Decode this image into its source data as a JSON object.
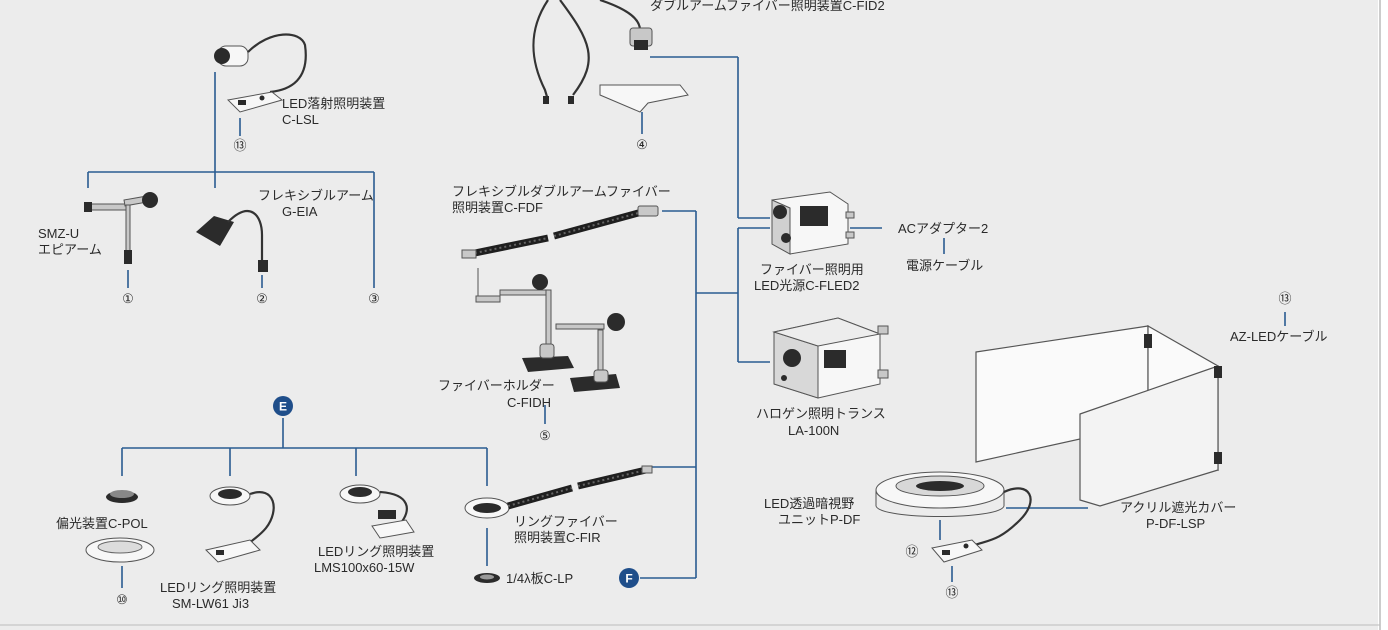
{
  "colors": {
    "line": "#2a5c91",
    "badge": "#1f4e8a",
    "background": "#ececec"
  },
  "badges": {
    "e": "E",
    "f": "F"
  },
  "labels": {
    "fid2": "ダブルアームファイバー照明装置C-FID2",
    "lsl_1": "LED落射照明装置",
    "lsl_2": "C-LSL",
    "eia_1": "フレキシブルアーム",
    "eia_2": "G-EIA",
    "smz_1": "SMZ-U",
    "smz_2": "エピアーム",
    "fdf_1": "フレキシブルダブルアームファイバー",
    "fdf_2": "照明装置C-FDF",
    "fidh_1": "ファイバーホルダー",
    "fidh_2": "C-FIDH",
    "fled_1": "ファイバー照明用",
    "fled_2": "LED光源C-FLED2",
    "adapter": "ACアダプター2",
    "power_cable": "電源ケーブル",
    "la100_1": "ハロゲン照明トランス",
    "la100_2": "LA-100N",
    "az_cable": "AZ-LEDケーブル",
    "pdf_1": "LED透過暗視野",
    "pdf_2": "ユニットP-DF",
    "lsp_1": "アクリル遮光カバー",
    "lsp_2": "P-DF-LSP",
    "pol": "偏光装置C-POL",
    "lw61_1": "LEDリング照明装置",
    "lw61_2": "SM-LW61 Ji3",
    "lms_1": "LEDリング照明装置",
    "lms_2": "LMS100x60-15W",
    "fir_1": "リングファイバー",
    "fir_2": "照明装置C-FIR",
    "lp": "1/4λ板C-LP"
  },
  "numbers": {
    "n1": "①",
    "n2": "②",
    "n3": "③",
    "n4": "④",
    "n5": "⑤",
    "n10": "⑩",
    "n12": "⑫",
    "n13_lsl": "⑬",
    "n13_az": "⑬",
    "n13_pdf": "⑬"
  }
}
